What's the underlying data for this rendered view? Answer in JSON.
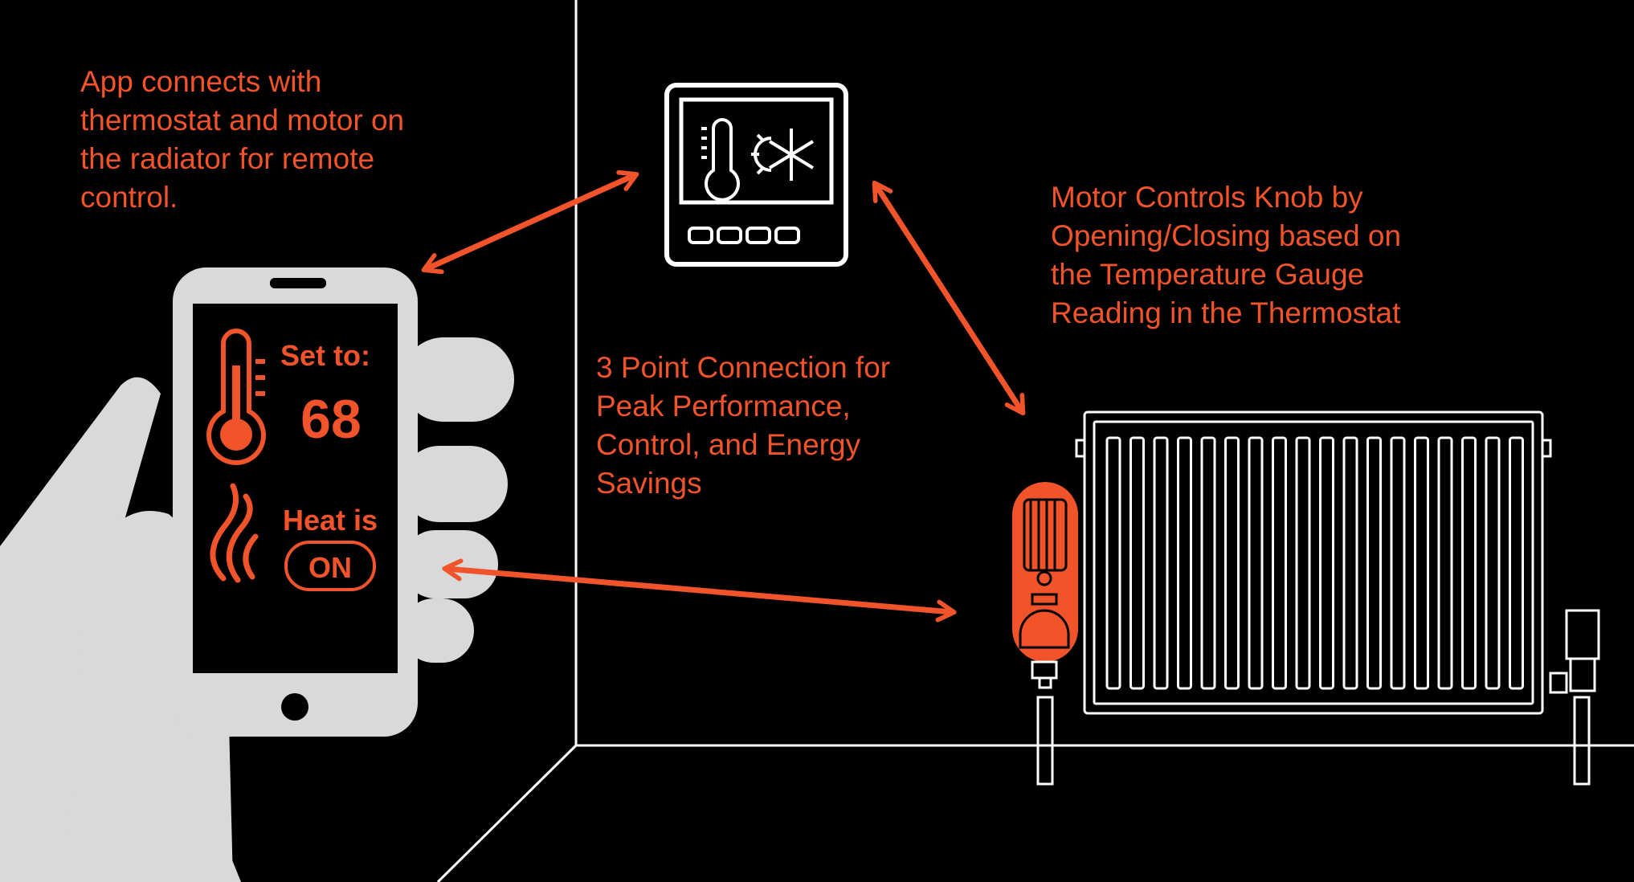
{
  "callouts": {
    "app": [
      "App connects with",
      "thermostat and motor on",
      "the radiator for remote",
      "control."
    ],
    "motor": [
      "Motor Controls Knob by",
      "Opening/Closing based on",
      "the Temperature Gauge",
      "Reading in the Thermostat"
    ],
    "connection": [
      "3 Point Connection for",
      "Peak Performance,",
      "Control, and Energy",
      "Savings"
    ]
  },
  "phone": {
    "set_label": "Set to:",
    "set_value": "68",
    "heat_label": "Heat is",
    "heat_state": "ON"
  },
  "icons": {
    "phone": "smartphone-icon",
    "hand": "hand-icon",
    "thermostat": "wall-thermostat-icon",
    "radiator": "radiator-icon",
    "motor": "radiator-valve-motor-icon",
    "flame": "flame-icon",
    "thermometer": "thermometer-icon"
  },
  "colors": {
    "background": "#000000",
    "accent": "#f1532a",
    "line": "#ffffff",
    "hand": "#d9d9d9"
  }
}
